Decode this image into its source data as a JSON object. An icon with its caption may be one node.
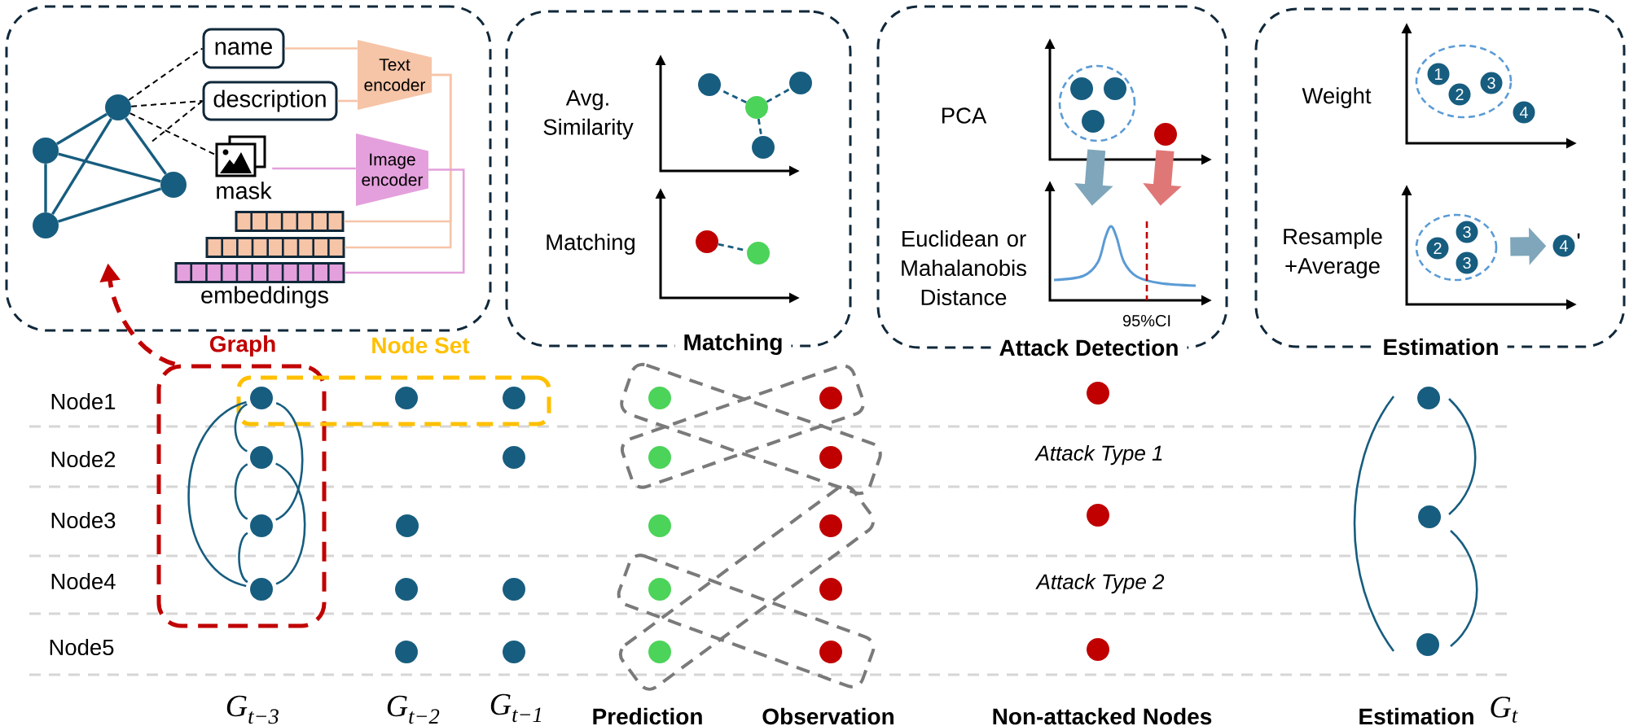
{
  "diagram": {
    "nodes": [
      {
        "text": [],
        "shape": "box"
      },
      {
        "text": [],
        "shape": "circle",
        "in": 0
      },
      {
        "text": [],
        "shape": "circle",
        "in": 0
      },
      {
        "text": [],
        "shape": "circle",
        "in": 0
      },
      {
        "text": [],
        "shape": "circle",
        "in": 0
      },
      {
        "text": [
          "name"
        ],
        "in": 0
      },
      {
        "text": [
          "description"
        ],
        "in": 0
      },
      {
        "text": [
          "mask"
        ],
        "in": 0
      },
      {
        "text": [
          "Text encoder"
        ],
        "in": 0
      },
      {
        "text": [
          "Image encoder"
        ],
        "in": 0
      },
      {
        "text": [],
        "shape": "bar",
        "in": 0
      },
      {
        "text": [],
        "shape": "bar",
        "in": 0
      },
      {
        "text": [],
        "shape": "bar",
        "in": 0
      },
      {
        "text": [
          "Matching"
        ]
      },
      {
        "text": [],
        "shape": "circle",
        "in": 13
      },
      {
        "text": [],
        "shape": "circle",
        "in": 13
      },
      {
        "text": [],
        "shape": "circle",
        "in": 13
      },
      {
        "text": [],
        "shape": "circle",
        "in": 13
      },
      {
        "text": [],
        "shape": "circle",
        "in": 13
      },
      {
        "text": [],
        "shape": "circle",
        "in": 13
      },
      {
        "text": [
          "Attack Detection"
        ]
      },
      {
        "text": [],
        "shape": "circle",
        "in": 20
      },
      {
        "text": [],
        "shape": "circle",
        "in": 21
      },
      {
        "text": [],
        "shape": "circle",
        "in": 21
      },
      {
        "text": [],
        "shape": "circle",
        "in": 21
      },
      {
        "text": [],
        "shape": "circle",
        "in": 20
      },
      {
        "text": [
          "Estimation"
        ]
      },
      {
        "text": [],
        "shape": "ellipse",
        "in": 26
      },
      {
        "text": [
          "1"
        ],
        "in": 27
      },
      {
        "text": [
          "2"
        ],
        "in": 27
      },
      {
        "text": [
          "3"
        ],
        "in": 27
      },
      {
        "text": [
          "4"
        ],
        "in": 26
      },
      {
        "text": [],
        "shape": "ellipse",
        "in": 26
      },
      {
        "text": [
          "2"
        ],
        "in": 32
      },
      {
        "text": [
          "3"
        ],
        "in": 32
      },
      {
        "text": [
          "3"
        ],
        "in": 32
      },
      {
        "text": [
          "4"
        ],
        "beside": [
          "'"
        ],
        "in": 26
      },
      {
        "text": [
          "Graph"
        ]
      },
      {
        "text": [
          "Node Set"
        ]
      },
      {
        "text": [],
        "shape": "circle"
      },
      {
        "text": [],
        "shape": "circle",
        "in": 37
      },
      {
        "text": [],
        "shape": "circle",
        "in": 37
      },
      {
        "text": [],
        "shape": "circle",
        "in": 37
      },
      {
        "text": [],
        "shape": "circle",
        "in": 38
      },
      {
        "text": [],
        "shape": "circle"
      },
      {
        "text": [],
        "shape": "circle"
      },
      {
        "text": [],
        "shape": "circle"
      },
      {
        "text": [],
        "shape": "circle",
        "in": 38
      },
      {
        "text": [],
        "shape": "circle"
      },
      {
        "text": [],
        "shape": "circle"
      },
      {
        "text": [],
        "shape": "circle"
      },
      {
        "text": [],
        "shape": "box"
      },
      {
        "text": [],
        "shape": "circle",
        "in": 51
      },
      {
        "text": [],
        "shape": "circle",
        "in": 51
      },
      {
        "text": [],
        "shape": "box"
      },
      {
        "text": [],
        "shape": "circle",
        "in": 54
      },
      {
        "text": [],
        "shape": "circle",
        "in": 54
      },
      {
        "text": [],
        "shape": "circle"
      },
      {
        "text": [],
        "shape": "circle"
      },
      {
        "text": [],
        "shape": "box"
      },
      {
        "text": [],
        "shape": "circle",
        "in": 59
      },
      {
        "text": [],
        "shape": "circle",
        "in": 59
      },
      {
        "text": [],
        "shape": "box"
      },
      {
        "text": [],
        "shape": "circle",
        "in": 62
      },
      {
        "text": [],
        "shape": "circle",
        "in": 62
      },
      {
        "text": [],
        "shape": "circle"
      },
      {
        "text": [],
        "shape": "circle"
      },
      {
        "text": [],
        "shape": "circle"
      },
      {
        "text": [],
        "shape": "circle"
      },
      {
        "text": [],
        "shape": "circle"
      },
      {
        "text": [],
        "shape": "circle"
      },
      {
        "text": [],
        "shape": "picture",
        "in": 20
      }
    ],
    "edges": [
      {
        "from": 1,
        "to": 2,
        "arrow": "none"
      },
      {
        "from": 1,
        "to": 3,
        "arrow": "none"
      },
      {
        "from": 1,
        "to": 4,
        "arrow": "none"
      },
      {
        "from": 2,
        "to": 3,
        "arrow": "none"
      },
      {
        "from": 2,
        "to": 4,
        "arrow": "none"
      },
      {
        "from": 4,
        "to": 3,
        "arrow": "none"
      },
      {
        "from": 1,
        "to": 5,
        "arrow": "none",
        "style": "dashed",
        "color": "#000000"
      },
      {
        "from": 1,
        "to": 6,
        "arrow": "none",
        "style": "dashed",
        "color": "#000000"
      },
      {
        "from": 1,
        "to": 7,
        "arrow": "none",
        "style": "dashed",
        "color": "#000000"
      },
      {
        "from": 6,
        "to": null,
        "arrow": "none",
        "style": "dashed",
        "color": "#000000"
      },
      {
        "from": 5,
        "to": 8,
        "arrow": "none",
        "color": "#f6c4a7"
      },
      {
        "from": 6,
        "to": 8,
        "arrow": "none",
        "color": "#f6c4a7"
      },
      {
        "from": 7,
        "to": 9,
        "arrow": "none",
        "color": "#e4a0dc"
      },
      {
        "from": 8,
        "to": 10,
        "arrow": "none",
        "color": "#f6c4a7"
      },
      {
        "from": 8,
        "to": 11,
        "arrow": "none",
        "color": "#f6c4a7"
      },
      {
        "from": 9,
        "to": 12,
        "arrow": "none",
        "color": "#e4a0dc"
      },
      {
        "from": 16,
        "to": 14,
        "arrow": "none",
        "style": "dashed"
      },
      {
        "from": 16,
        "to": 15,
        "arrow": "none",
        "style": "dashed"
      },
      {
        "from": 16,
        "to": 17,
        "arrow": "none",
        "style": "dashed"
      },
      {
        "from": 18,
        "to": 19,
        "arrow": "none",
        "style": "dashed"
      },
      {
        "from": 21,
        "to": 71,
        "arrow": "to",
        "style": "thick",
        "color": "#7fa6ba"
      },
      {
        "from": 25,
        "to": 71,
        "arrow": "to",
        "style": "thick",
        "color": "#e07777"
      },
      {
        "from": 32,
        "to": 36,
        "arrow": "to",
        "style": "thick",
        "color": "#7fa6ba"
      },
      {
        "from": 37,
        "to": 0,
        "arrow": "to",
        "style": "dashed",
        "color": "#c00000"
      },
      {
        "from": 39,
        "to": 40,
        "arrow": "none"
      },
      {
        "from": 40,
        "to": 41,
        "arrow": "none"
      },
      {
        "from": 41,
        "to": 42,
        "arrow": "none"
      },
      {
        "from": 39,
        "to": 42,
        "arrow": "none"
      },
      {
        "from": 39,
        "to": 41,
        "arrow": "none"
      },
      {
        "from": 40,
        "to": 42,
        "arrow": "none"
      },
      {
        "from": 68,
        "to": 70,
        "arrow": "none"
      },
      {
        "from": 68,
        "to": 69,
        "arrow": "none"
      },
      {
        "from": 69,
        "to": 70,
        "arrow": "none"
      }
    ],
    "labels": [
      "embeddings",
      "Avg. Similarity",
      "Matching",
      "PCA",
      "Euclidean or Mahalanobis Distance",
      "95%CI",
      "Weight",
      "Resample +Average",
      "Node1",
      "Node2",
      "Node3",
      "Node4",
      "Node5",
      "Attack Type 1",
      "Attack Type 2",
      "G$_{t−3}$",
      "G$_{t−2}$",
      "G$_{t−1}$",
      "Prediction",
      "Observation",
      "Non-attacked Nodes",
      "Estimation",
      "G$_{t}$"
    ]
  }
}
